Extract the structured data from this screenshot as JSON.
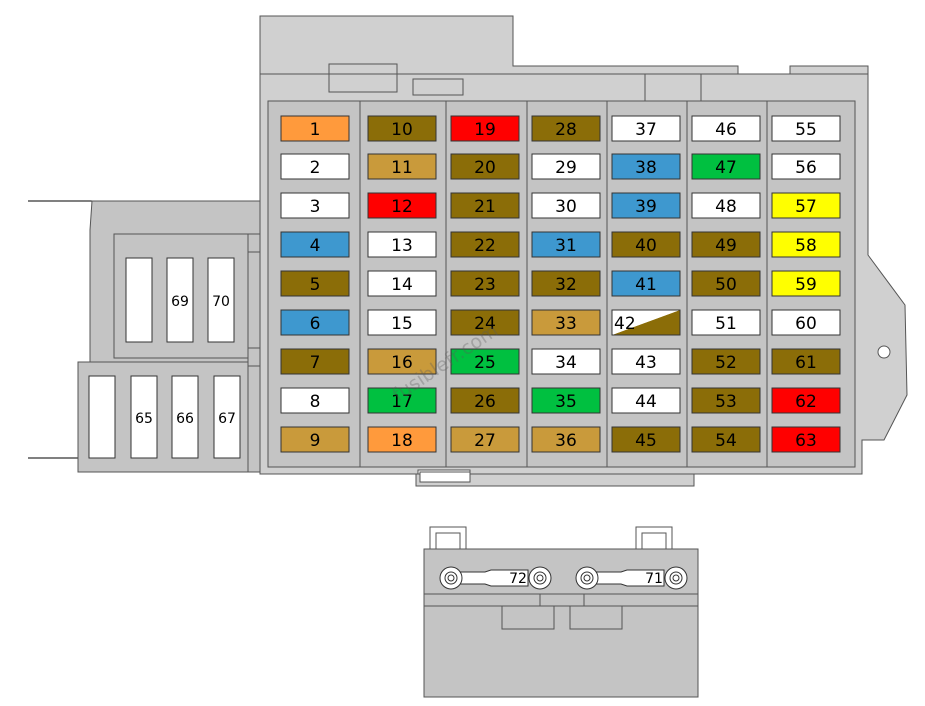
{
  "watermark": "fusiblefr.com",
  "colors": {
    "orange": "#ff9a3c",
    "olive": "#8b6d08",
    "tan": "#c99a3b",
    "red": "#ff0000",
    "white": "#ffffff",
    "blue": "#3e98cf",
    "green": "#00c040",
    "yellow": "#ffff00",
    "panel": "#d0d0d0",
    "board": "#c4c4c4"
  },
  "columns": [
    [
      {
        "label": "1",
        "color": "orange"
      },
      {
        "label": "2",
        "color": "white"
      },
      {
        "label": "3",
        "color": "white"
      },
      {
        "label": "4",
        "color": "blue"
      },
      {
        "label": "5",
        "color": "olive"
      },
      {
        "label": "6",
        "color": "blue"
      },
      {
        "label": "7",
        "color": "olive"
      },
      {
        "label": "8",
        "color": "white"
      },
      {
        "label": "9",
        "color": "tan"
      }
    ],
    [
      {
        "label": "10",
        "color": "olive"
      },
      {
        "label": "11",
        "color": "tan"
      },
      {
        "label": "12",
        "color": "red"
      },
      {
        "label": "13",
        "color": "white"
      },
      {
        "label": "14",
        "color": "white"
      },
      {
        "label": "15",
        "color": "white"
      },
      {
        "label": "16",
        "color": "tan"
      },
      {
        "label": "17",
        "color": "green"
      },
      {
        "label": "18",
        "color": "orange"
      }
    ],
    [
      {
        "label": "19",
        "color": "red"
      },
      {
        "label": "20",
        "color": "olive"
      },
      {
        "label": "21",
        "color": "olive"
      },
      {
        "label": "22",
        "color": "olive"
      },
      {
        "label": "23",
        "color": "olive"
      },
      {
        "label": "24",
        "color": "olive"
      },
      {
        "label": "25",
        "color": "green"
      },
      {
        "label": "26",
        "color": "olive"
      },
      {
        "label": "27",
        "color": "tan"
      }
    ],
    [
      {
        "label": "28",
        "color": "olive"
      },
      {
        "label": "29",
        "color": "white"
      },
      {
        "label": "30",
        "color": "white"
      },
      {
        "label": "31",
        "color": "blue"
      },
      {
        "label": "32",
        "color": "olive"
      },
      {
        "label": "33",
        "color": "tan"
      },
      {
        "label": "34",
        "color": "white"
      },
      {
        "label": "35",
        "color": "green"
      },
      {
        "label": "36",
        "color": "tan"
      }
    ],
    [
      {
        "label": "37",
        "color": "white"
      },
      {
        "label": "38",
        "color": "blue"
      },
      {
        "label": "39",
        "color": "blue"
      },
      {
        "label": "40",
        "color": "olive"
      },
      {
        "label": "41",
        "color": "blue"
      },
      {
        "label": "42",
        "color": "split"
      },
      {
        "label": "43",
        "color": "white"
      },
      {
        "label": "44",
        "color": "white"
      },
      {
        "label": "45",
        "color": "olive"
      }
    ],
    [
      {
        "label": "46",
        "color": "white"
      },
      {
        "label": "47",
        "color": "green"
      },
      {
        "label": "48",
        "color": "white"
      },
      {
        "label": "49",
        "color": "olive"
      },
      {
        "label": "50",
        "color": "olive"
      },
      {
        "label": "51",
        "color": "white"
      },
      {
        "label": "52",
        "color": "olive"
      },
      {
        "label": "53",
        "color": "olive"
      },
      {
        "label": "54",
        "color": "olive"
      }
    ],
    [
      {
        "label": "55",
        "color": "white"
      },
      {
        "label": "56",
        "color": "white"
      },
      {
        "label": "57",
        "color": "yellow"
      },
      {
        "label": "58",
        "color": "yellow"
      },
      {
        "label": "59",
        "color": "yellow"
      },
      {
        "label": "60",
        "color": "white"
      },
      {
        "label": "61",
        "color": "olive"
      },
      {
        "label": "62",
        "color": "red"
      },
      {
        "label": "63",
        "color": "red"
      }
    ]
  ],
  "upper_relays": [
    {
      "label": ""
    },
    {
      "label": "69"
    },
    {
      "label": "70"
    }
  ],
  "lower_relays": [
    {
      "label": ""
    },
    {
      "label": "65"
    },
    {
      "label": "66"
    },
    {
      "label": "67"
    }
  ],
  "maxi_fuses": [
    {
      "label": "72"
    },
    {
      "label": "71"
    }
  ]
}
